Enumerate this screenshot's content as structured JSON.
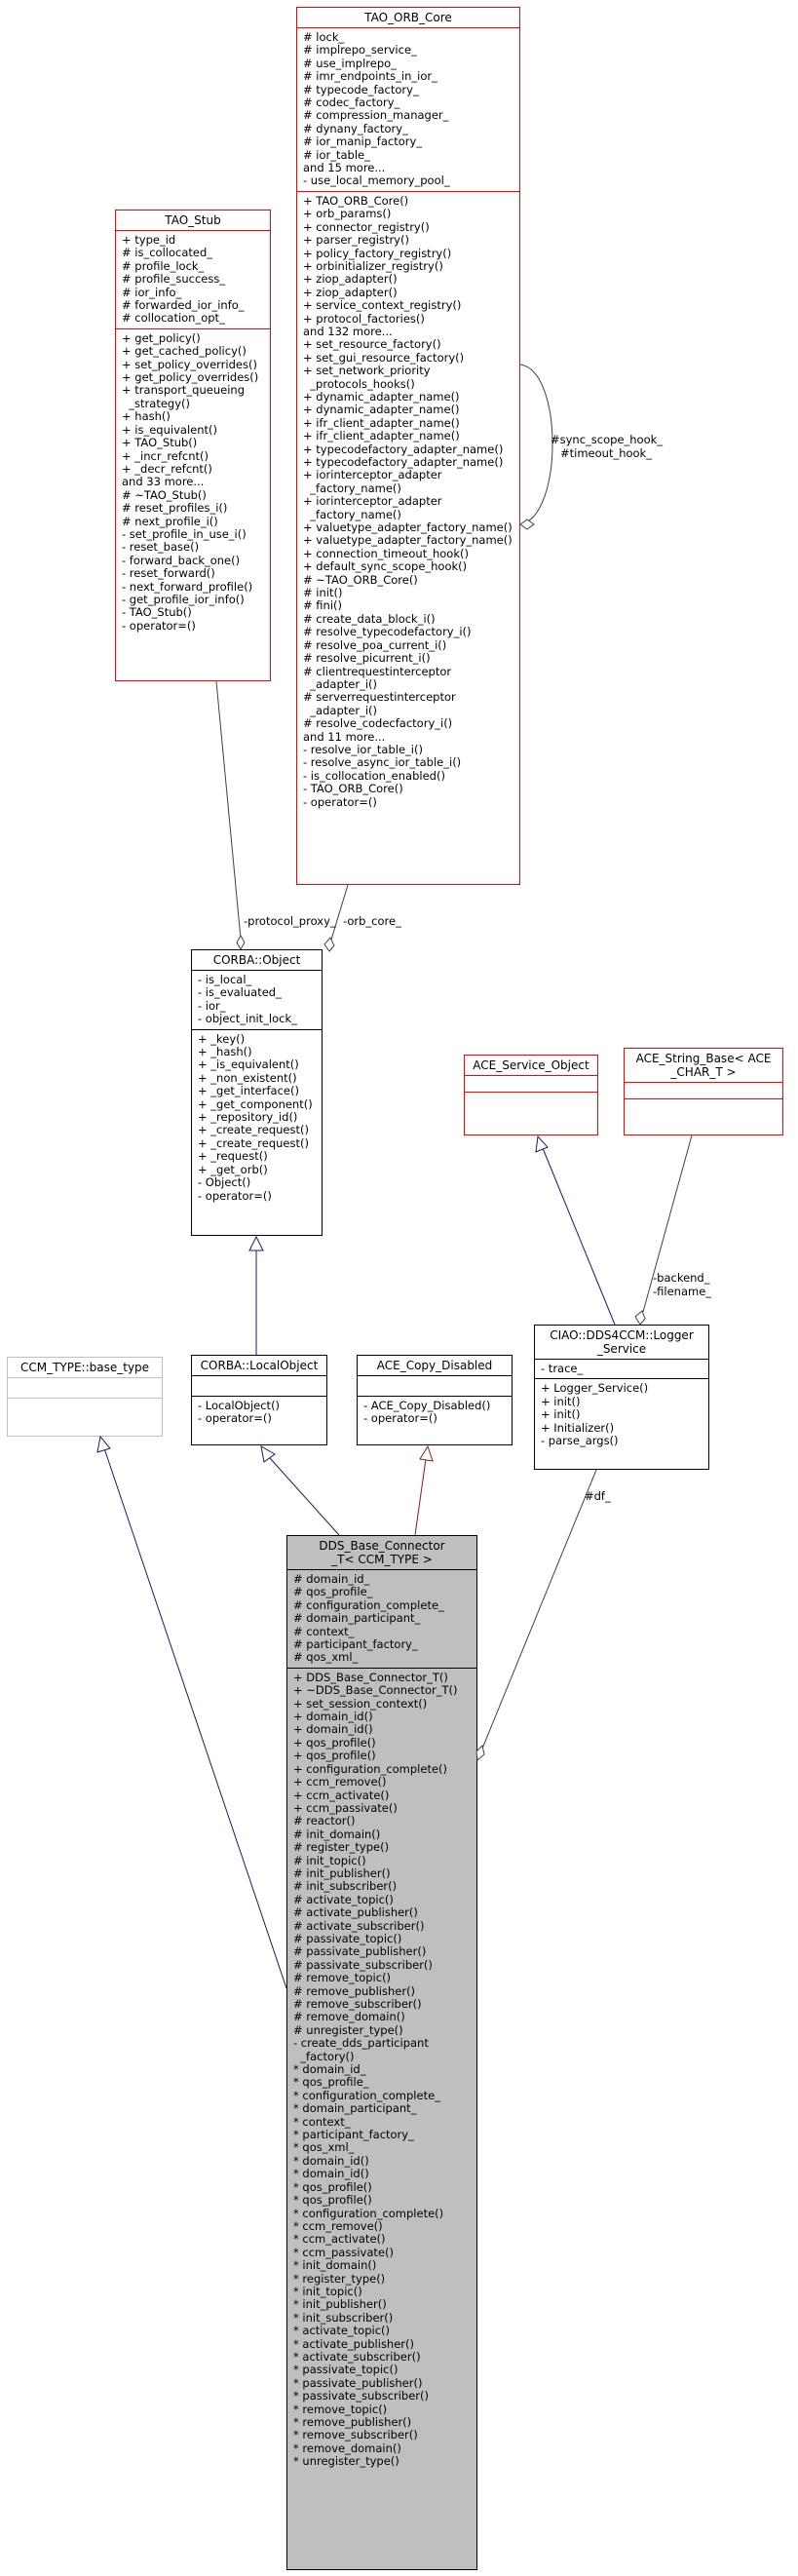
{
  "classes": {
    "tao_orb_core": {
      "title": "TAO_ORB_Core",
      "attributes": [
        "# lock_",
        "# implrepo_service_",
        "# use_implrepo_",
        "# imr_endpoints_in_ior_",
        "# typecode_factory_",
        "# codec_factory_",
        "# compression_manager_",
        "# dynany_factory_",
        "# ior_manip_factory_",
        "# ior_table_",
        "and 15 more...",
        "- use_local_memory_pool_"
      ],
      "methods": [
        "+ TAO_ORB_Core()",
        "+ orb_params()",
        "+ connector_registry()",
        "+ parser_registry()",
        "+ policy_factory_registry()",
        "+ orbinitializer_registry()",
        "+ ziop_adapter()",
        "+ ziop_adapter()",
        "+ service_context_registry()",
        "+ protocol_factories()",
        "and 132 more...",
        "+ set_resource_factory()",
        "+ set_gui_resource_factory()",
        "+ set_network_priority\n  _protocols_hooks()",
        "+ dynamic_adapter_name()",
        "+ dynamic_adapter_name()",
        "+ ifr_client_adapter_name()",
        "+ ifr_client_adapter_name()",
        "+ typecodefactory_adapter_name()",
        "+ typecodefactory_adapter_name()",
        "+ iorinterceptor_adapter\n  _factory_name()",
        "+ iorinterceptor_adapter\n  _factory_name()",
        "+ valuetype_adapter_factory_name()",
        "+ valuetype_adapter_factory_name()",
        "+ connection_timeout_hook()",
        "+ default_sync_scope_hook()",
        "# ~TAO_ORB_Core()",
        "# init()",
        "# fini()",
        "# create_data_block_i()",
        "# resolve_typecodefactory_i()",
        "# resolve_poa_current_i()",
        "# resolve_picurrent_i()",
        "# clientrequestinterceptor\n  _adapter_i()",
        "# serverrequestinterceptor\n  _adapter_i()",
        "# resolve_codecfactory_i()",
        "and 11 more...",
        "- resolve_ior_table_i()",
        "- resolve_async_ior_table_i()",
        "- is_collocation_enabled()",
        "- TAO_ORB_Core()",
        "- operator=()"
      ]
    },
    "tao_stub": {
      "title": "TAO_Stub",
      "attributes": [
        "+ type_id",
        "# is_collocated_",
        "# profile_lock_",
        "# profile_success_",
        "# ior_info_",
        "# forwarded_ior_info_",
        "# collocation_opt_"
      ],
      "methods": [
        "+ get_policy()",
        "+ get_cached_policy()",
        "+ set_policy_overrides()",
        "+ get_policy_overrides()",
        "+ transport_queueing\n  _strategy()",
        "+ hash()",
        "+ is_equivalent()",
        "+ TAO_Stub()",
        "+ _incr_refcnt()",
        "+ _decr_refcnt()",
        "and 33 more...",
        "# ~TAO_Stub()",
        "# reset_profiles_i()",
        "# next_profile_i()",
        "- set_profile_in_use_i()",
        "- reset_base()",
        "- forward_back_one()",
        "- reset_forward()",
        "- next_forward_profile()",
        "- get_profile_ior_info()",
        "- TAO_Stub()",
        "- operator=()"
      ]
    },
    "corba_object": {
      "title": "CORBA::Object",
      "attributes": [
        "- is_local_",
        "- is_evaluated_",
        "- ior_",
        "- object_init_lock_"
      ],
      "methods": [
        "+ _key()",
        "+ _hash()",
        "+ _is_equivalent()",
        "+ _non_existent()",
        "+ _get_interface()",
        "+ _get_component()",
        "+ _repository_id()",
        "+ _create_request()",
        "+ _create_request()",
        "+ _request()",
        "+ _get_orb()",
        "- Object()",
        "- operator=()"
      ]
    },
    "ace_service_object": {
      "title": "ACE_Service_Object",
      "attributes": [],
      "methods": []
    },
    "ace_string_base": {
      "title": "ACE_String_Base< ACE\n_CHAR_T >",
      "attributes": [],
      "methods": []
    },
    "ccm_type": {
      "title": "CCM_TYPE::base_type",
      "attributes": [],
      "methods": []
    },
    "corba_localobject": {
      "title": "CORBA::LocalObject",
      "attributes": [],
      "methods": [
        "- LocalObject()",
        "- operator=()"
      ]
    },
    "ace_copy_disabled": {
      "title": "ACE_Copy_Disabled",
      "attributes": [],
      "methods": [
        "- ACE_Copy_Disabled()",
        "- operator=()"
      ]
    },
    "logger_service": {
      "title": "CIAO::DDS4CCM::Logger\n_Service",
      "attributes": [
        "- trace_"
      ],
      "methods": [
        "+ Logger_Service()",
        "+ init()",
        "+ init()",
        "+ Initializer()",
        "- parse_args()"
      ]
    },
    "dds_base_connector": {
      "title": "DDS_Base_Connector\n_T< CCM_TYPE >",
      "attributes": [
        "# domain_id_",
        "# qos_profile_",
        "# configuration_complete_",
        "# domain_participant_",
        "# context_",
        "# participant_factory_",
        "# qos_xml_"
      ],
      "methods": [
        "+ DDS_Base_Connector_T()",
        "+ ~DDS_Base_Connector_T()",
        "+ set_session_context()",
        "+ domain_id()",
        "+ domain_id()",
        "+ qos_profile()",
        "+ qos_profile()",
        "+ configuration_complete()",
        "+ ccm_remove()",
        "+ ccm_activate()",
        "+ ccm_passivate()",
        "# reactor()",
        "# init_domain()",
        "# register_type()",
        "# init_topic()",
        "# init_publisher()",
        "# init_subscriber()",
        "# activate_topic()",
        "# activate_publisher()",
        "# activate_subscriber()",
        "# passivate_topic()",
        "# passivate_publisher()",
        "# passivate_subscriber()",
        "# remove_topic()",
        "# remove_publisher()",
        "# remove_subscriber()",
        "# remove_domain()",
        "# unregister_type()",
        "- create_dds_participant\n  _factory()",
        "* domain_id_",
        "* qos_profile_",
        "* configuration_complete_",
        "* domain_participant_",
        "* context_",
        "* participant_factory_",
        "* qos_xml_",
        "* domain_id()",
        "* domain_id()",
        "* qos_profile()",
        "* qos_profile()",
        "* configuration_complete()",
        "* ccm_remove()",
        "* ccm_activate()",
        "* ccm_passivate()",
        "* init_domain()",
        "* register_type()",
        "* init_topic()",
        "* init_publisher()",
        "* init_subscriber()",
        "* activate_topic()",
        "* activate_publisher()",
        "* activate_subscriber()",
        "* passivate_topic()",
        "* passivate_publisher()",
        "* passivate_subscriber()",
        "* remove_topic()",
        "* remove_publisher()",
        "* remove_subscriber()",
        "* remove_domain()",
        "* unregister_type()"
      ]
    }
  },
  "edge_labels": {
    "sync_scope_hook": "#sync_scope_hook_",
    "timeout_hook": "#timeout_hook_",
    "protocol_proxy": "-protocol_proxy_",
    "orb_core": "-orb_core_",
    "backend": "-backend_",
    "filename": "-filename_",
    "df": "#df_"
  },
  "colors": {
    "inheritance_public": "#191970",
    "inheritance_private": "#8b1a1a",
    "usage": "#404040",
    "template_box_border": "#ff0000",
    "undocumented_box_border": "#bfbfbf",
    "focus_fill": "#bfbfbf"
  }
}
